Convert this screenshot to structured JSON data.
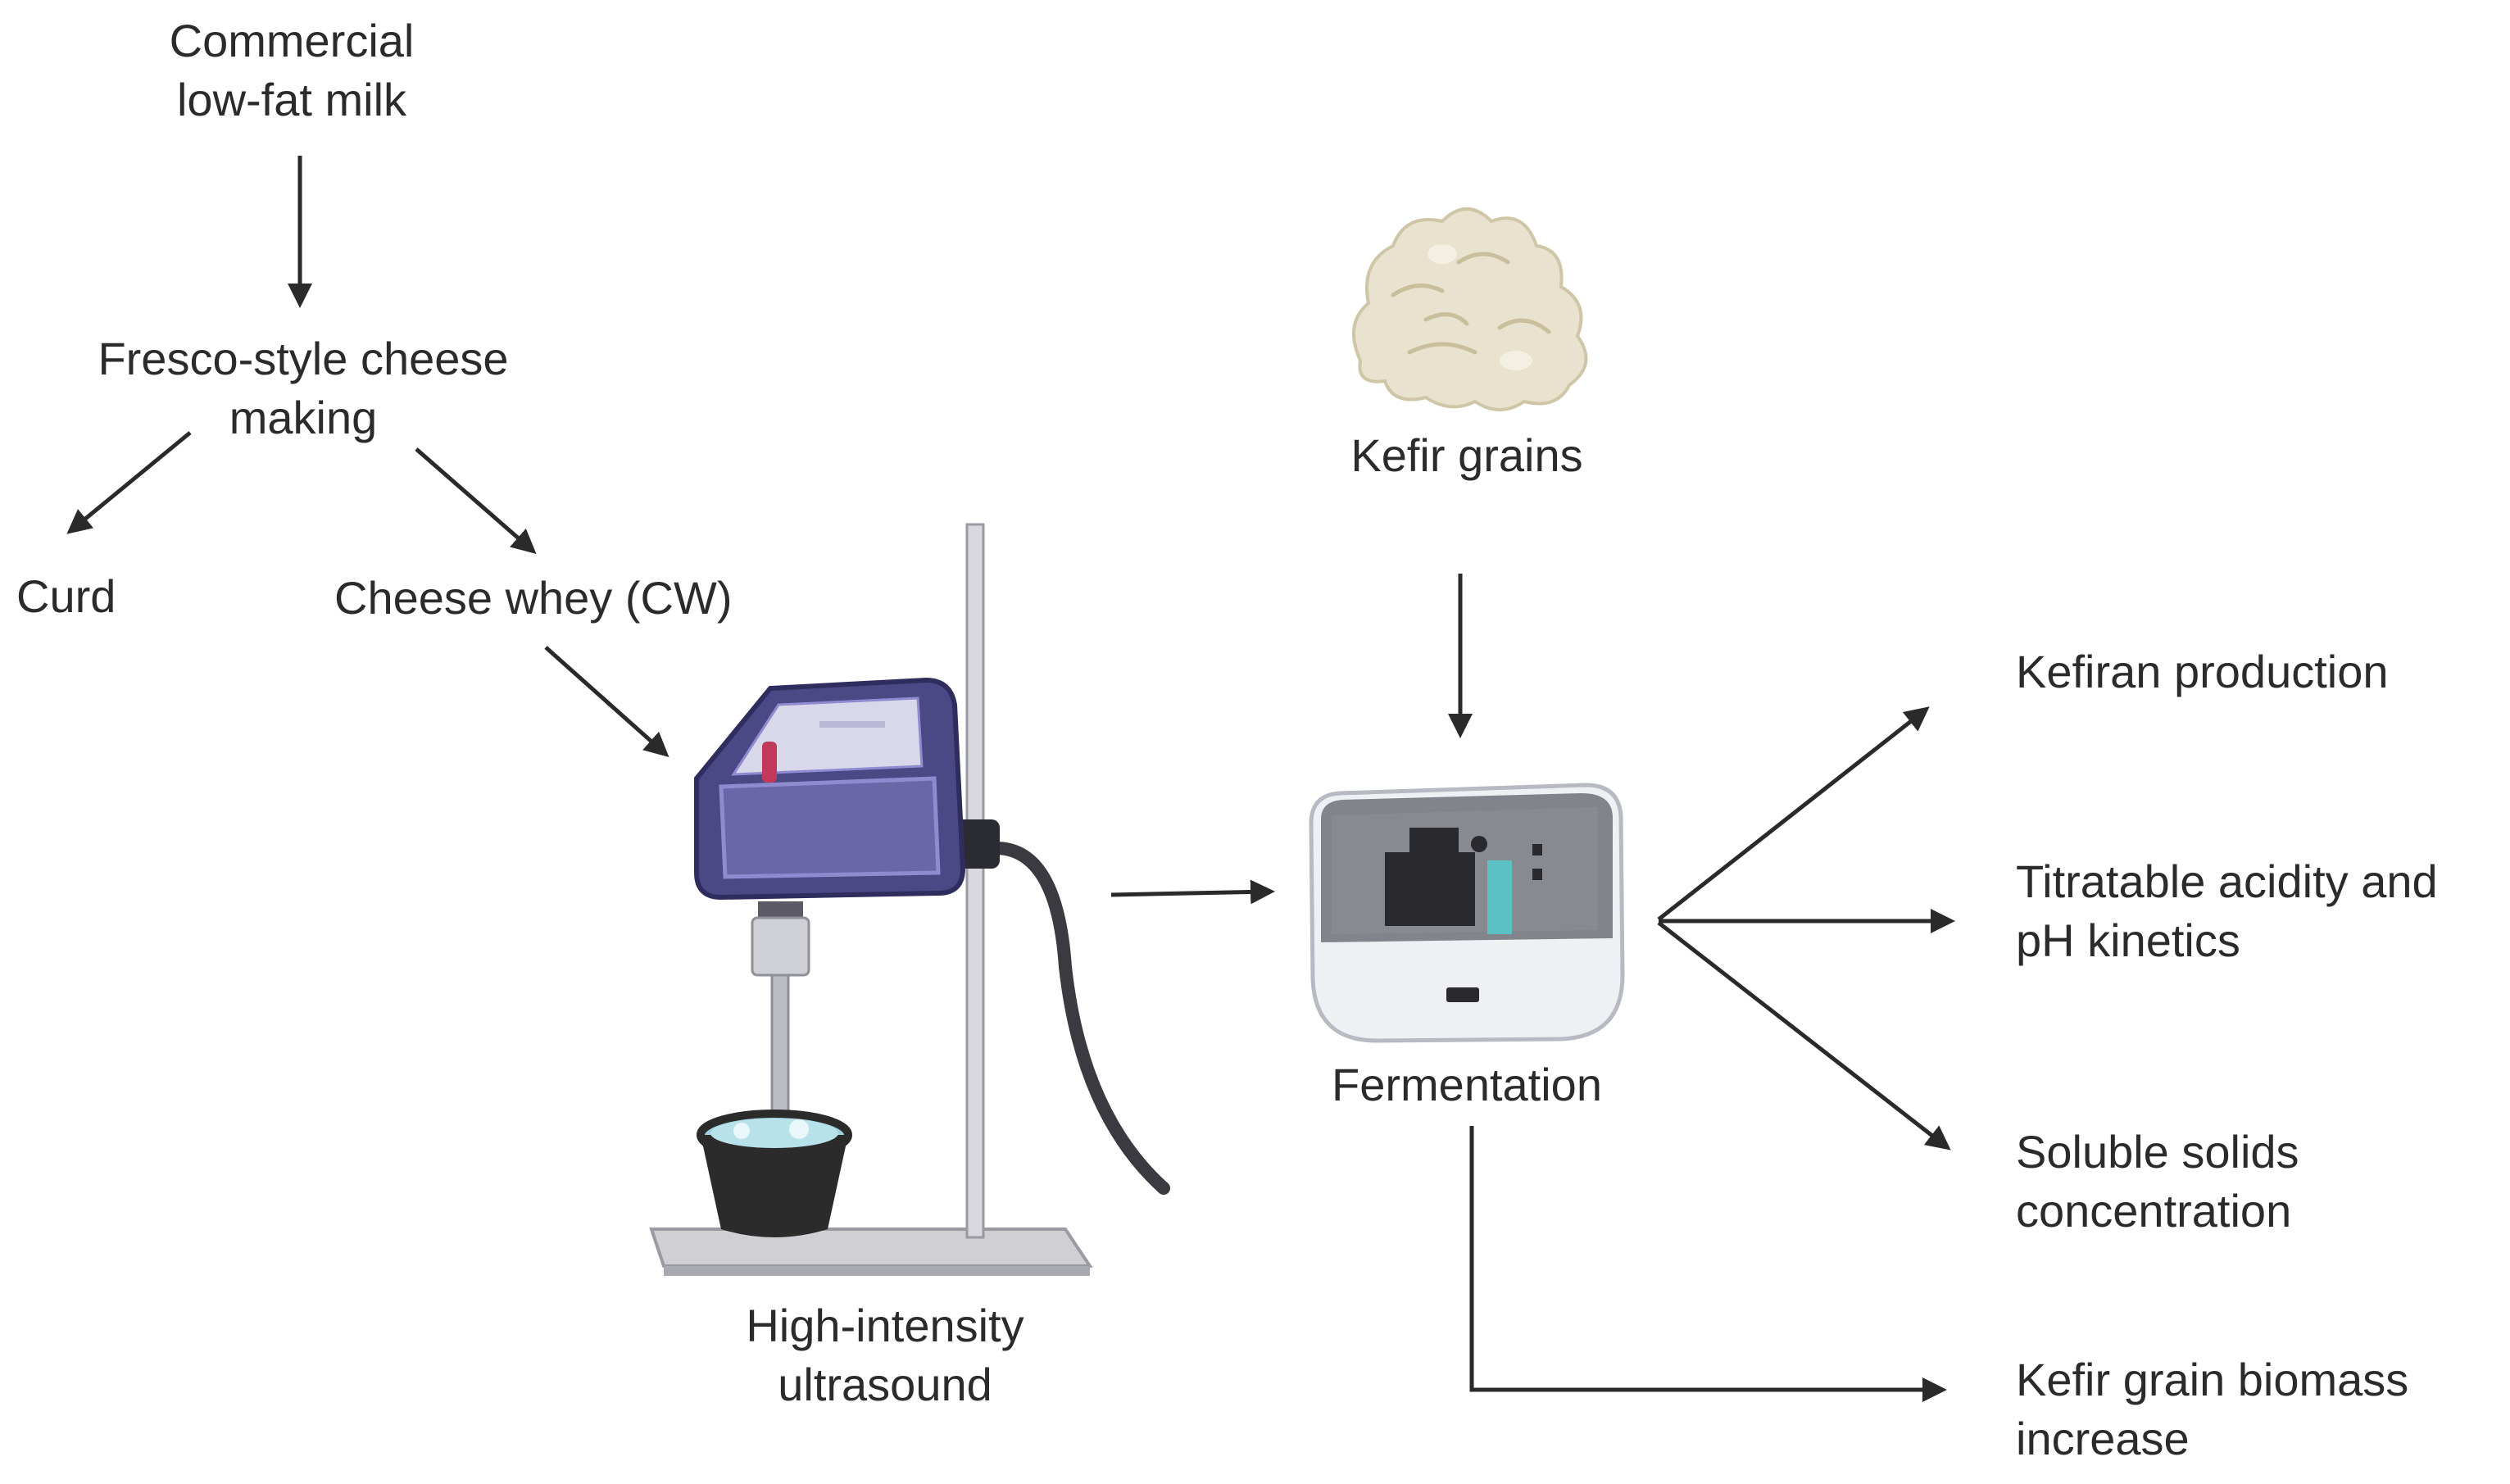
{
  "nodes": {
    "milk": {
      "line1": "Commercial",
      "line2": "low-fat milk"
    },
    "cheese_making": {
      "line1": "Fresco-style cheese",
      "line2": "making"
    },
    "curd": {
      "text": "Curd"
    },
    "whey": {
      "text": "Cheese whey (CW)"
    },
    "ultrasound": {
      "line1": "High-intensity",
      "line2": "ultrasound"
    },
    "kefir_grains": {
      "text": "Kefir grains"
    },
    "fermentation": {
      "text": "Fermentation"
    }
  },
  "outcomes": {
    "kefiran": {
      "text": "Kefiran production"
    },
    "acidity": {
      "line1": "Titratable acidity and",
      "line2": "pH kinetics"
    },
    "solids": {
      "line1": "Soluble solids",
      "line2": "concentration"
    },
    "biomass": {
      "line1": "Kefir grain biomass",
      "line2": "increase"
    }
  },
  "colors": {
    "text": "#2b2b2b",
    "arrow": "#2a2a2a",
    "device_body": "#4b4886",
    "device_front": "#6a66a8",
    "stand": "#cfcfd4",
    "cup": "#2b2b2b",
    "water": "#9fd0dc",
    "incubator_body": "#eef0f4",
    "incubator_lid": "#6e7178",
    "kefir": "#e8e2cf"
  },
  "icons": [
    "sonicator-icon",
    "incubator-icon",
    "kefir-grains-icon"
  ]
}
